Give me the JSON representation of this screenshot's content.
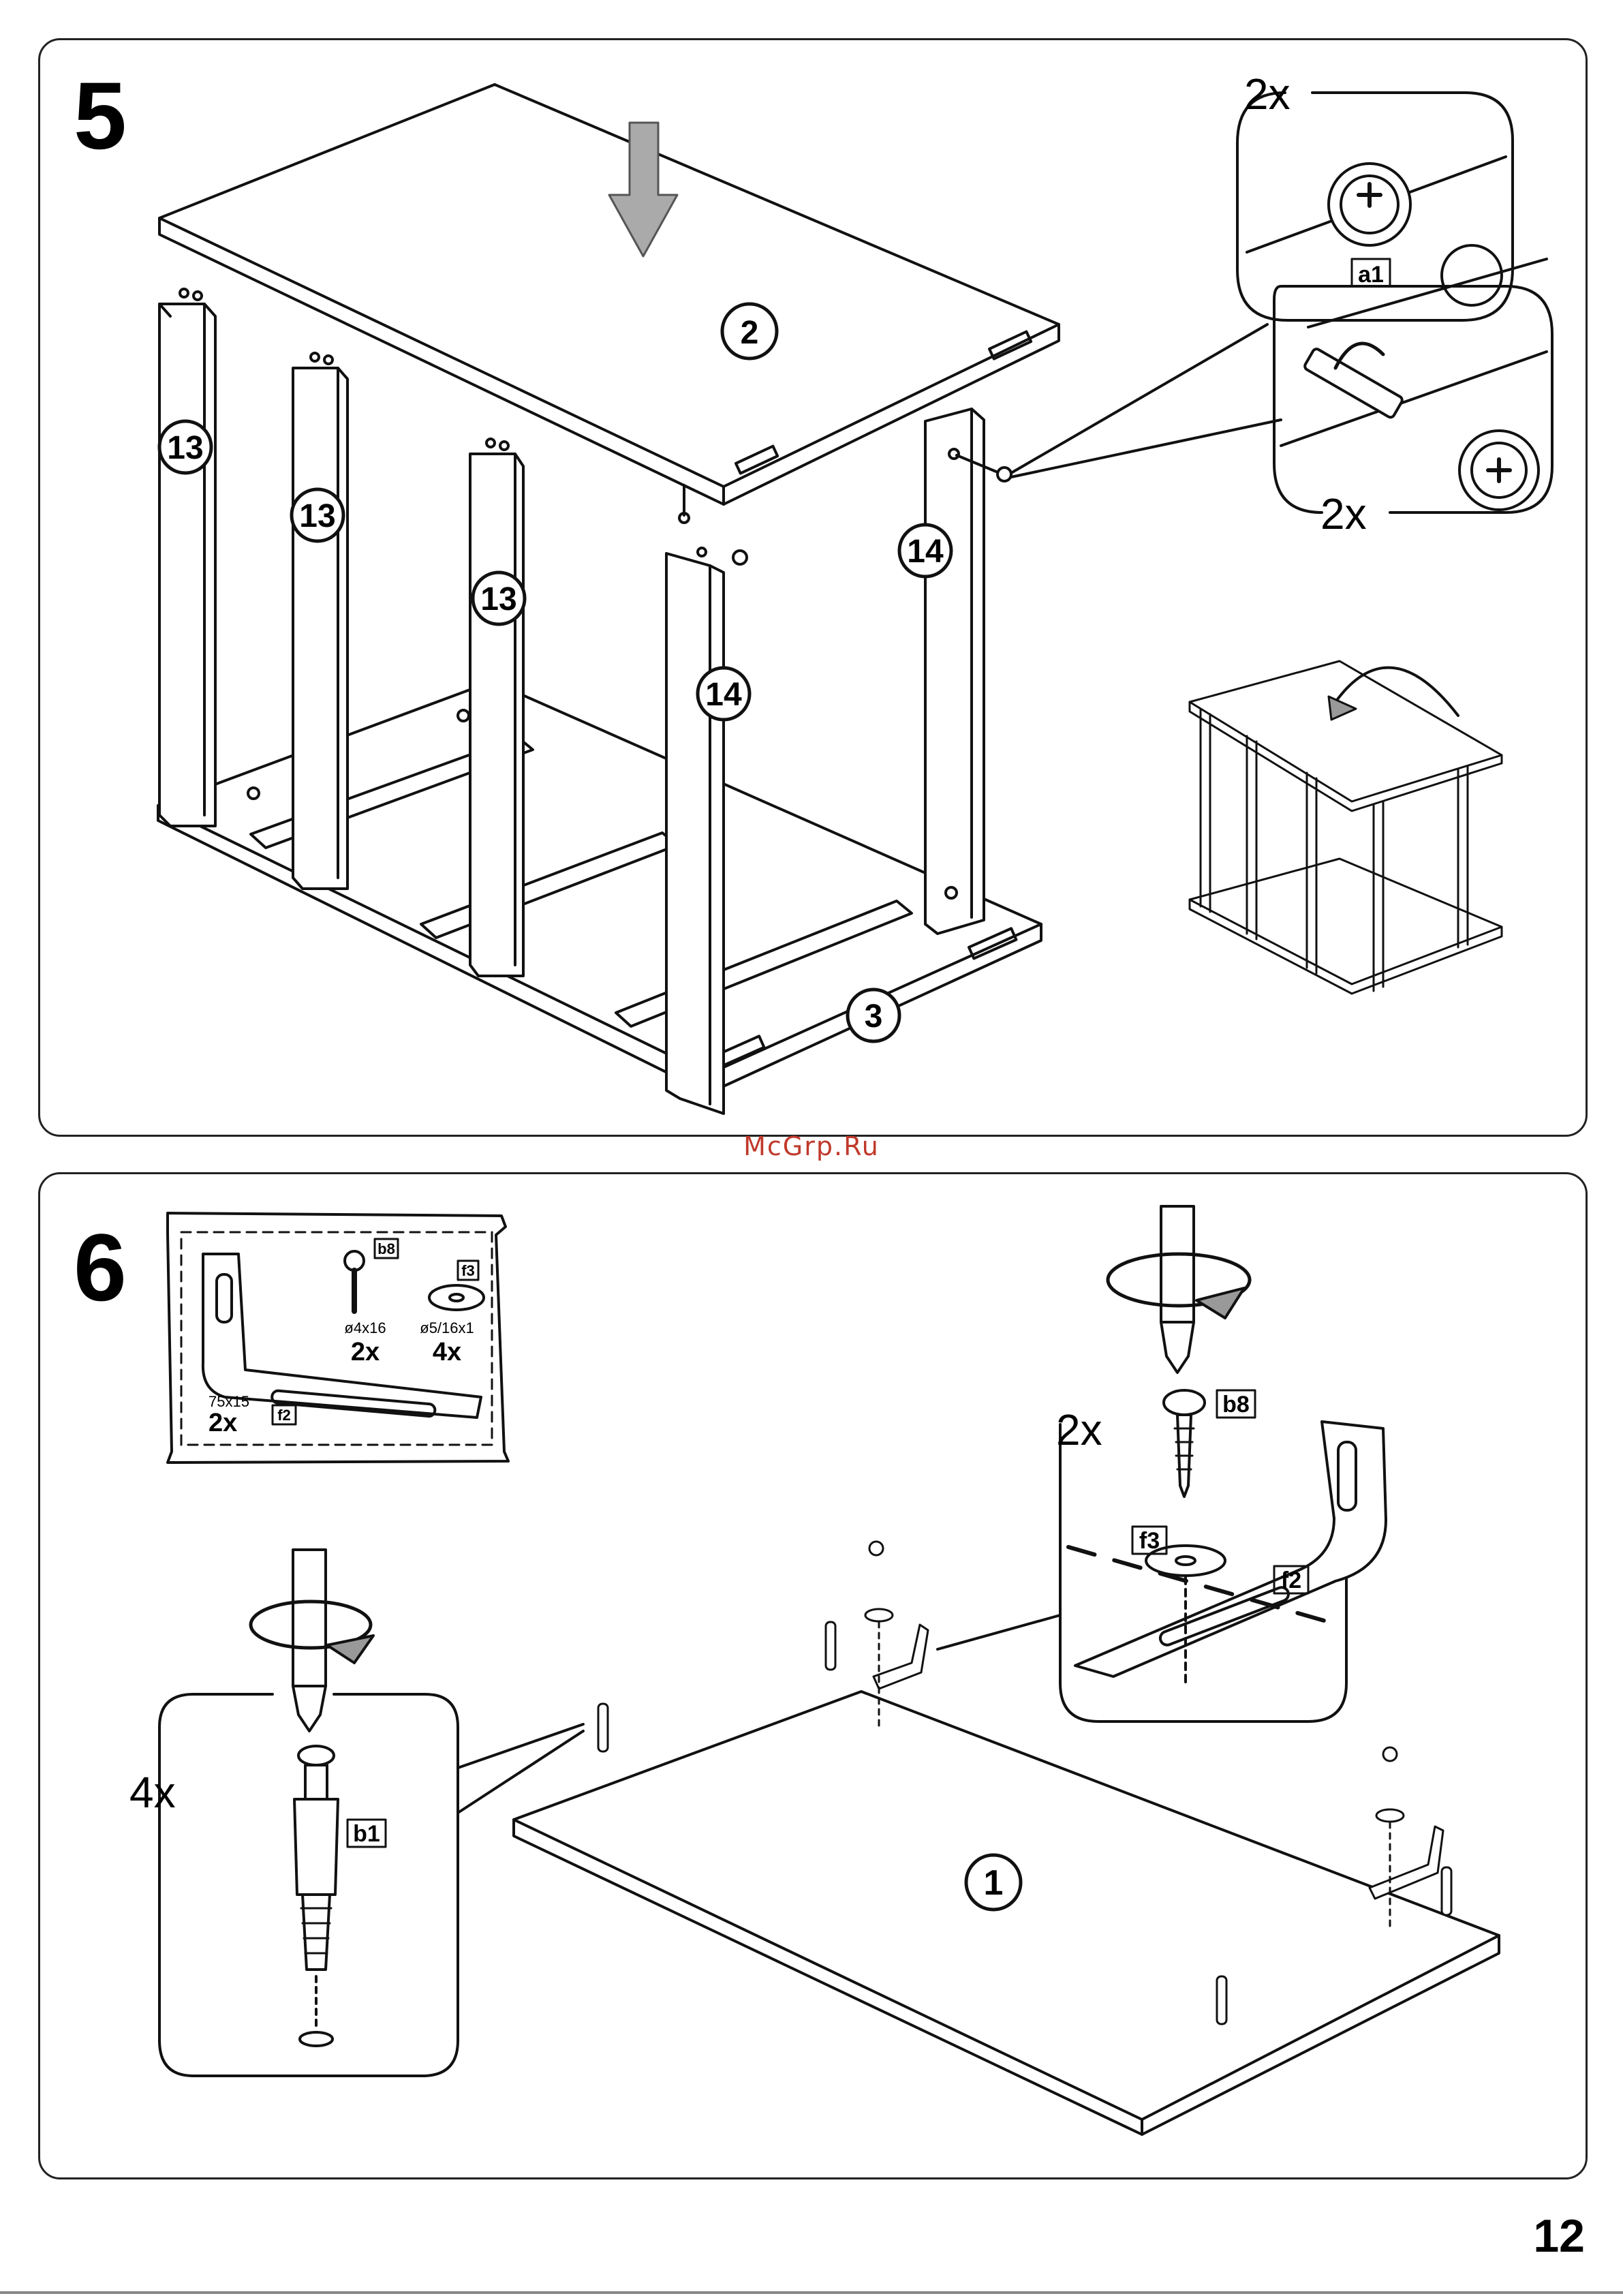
{
  "watermark": "McGrp.Ru",
  "page_number": "12",
  "step5": {
    "step_number": "5",
    "part_labels": {
      "top_panel": "2",
      "bottom_panel": "3",
      "side_a": "13",
      "side_b": "13",
      "side_c": "13",
      "side_d": "14",
      "side_e": "14"
    },
    "detail_top": {
      "quantity": "2x",
      "part_code": "a1"
    },
    "detail_bottom": {
      "quantity": "2x"
    }
  },
  "step6": {
    "step_number": "6",
    "parts_bag": {
      "bracket": {
        "size": "75x15",
        "quantity": "2x",
        "code": "f2"
      },
      "screw": {
        "size": "ø4x16",
        "quantity": "2x",
        "code": "b8"
      },
      "washer": {
        "size": "ø5/16x1",
        "quantity": "4x",
        "code": "f3"
      }
    },
    "left_detail": {
      "quantity": "4x",
      "code": "b1"
    },
    "right_detail": {
      "quantity": "2x",
      "screw_code": "b8",
      "washer_code": "f3",
      "bracket_code": "f2"
    },
    "panel_label": "1"
  }
}
